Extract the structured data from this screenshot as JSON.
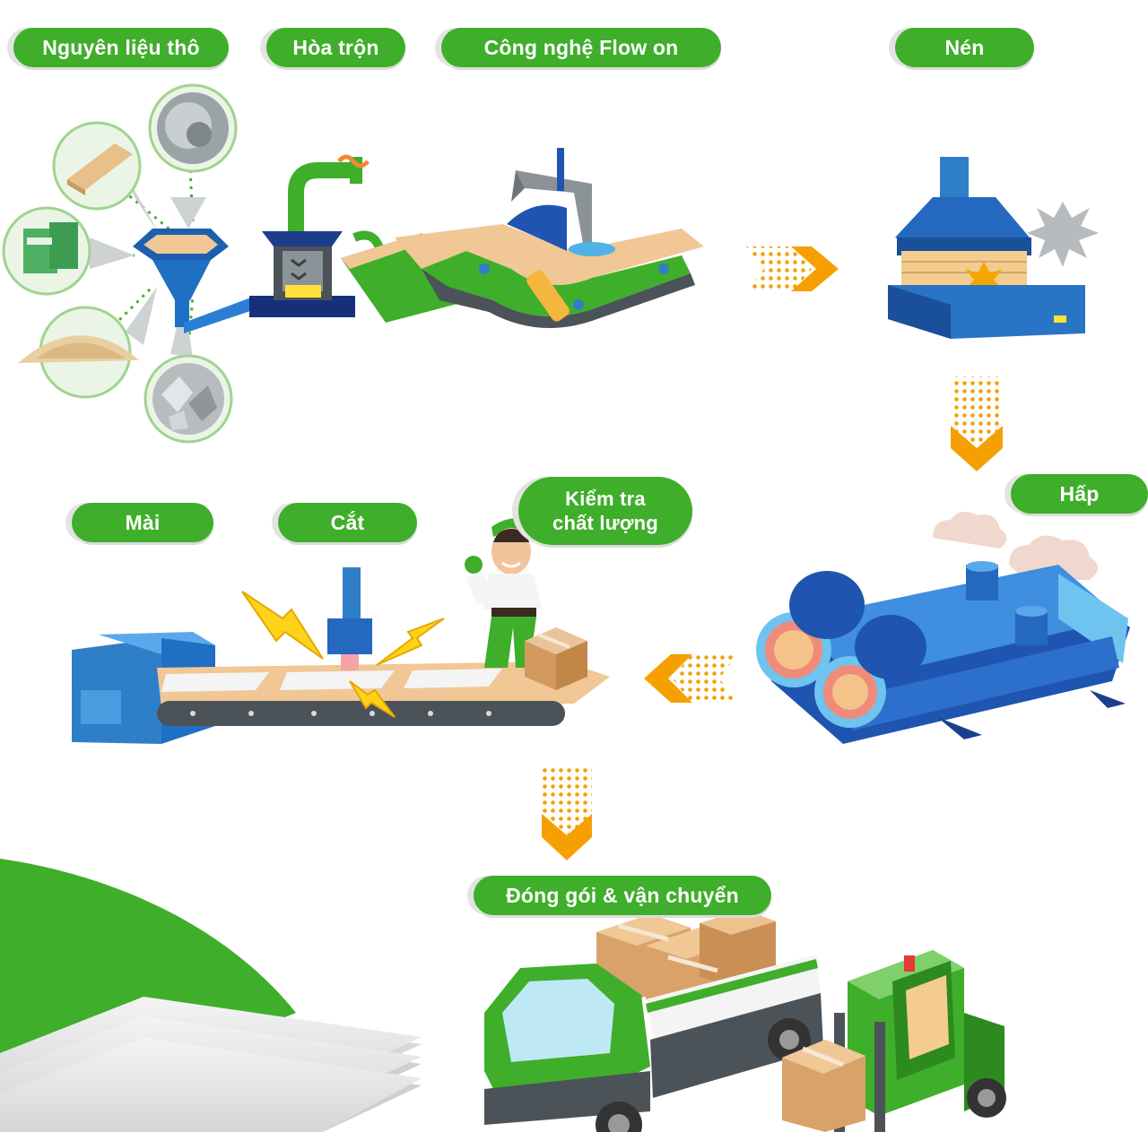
{
  "steps": {
    "raw_materials": "Nguyên liệu thô",
    "mixing": "Hòa trộn",
    "flow_on": "Công nghệ Flow on",
    "pressing": "Nén",
    "steaming": "Hấp",
    "quality_check_line1": "Kiểm tra",
    "quality_check_line2": "chất lượng",
    "cutting": "Cắt",
    "sanding": "Mài",
    "packing_shipping": "Đóng gói & vận chuyển"
  },
  "colors": {
    "brand_green": "#3fae2a",
    "dark_green": "#2c8a1f",
    "arrow_orange": "#f5a000",
    "machine_blue": "#2f7fc8",
    "board_tan": "#f1c796"
  },
  "icons": [
    "sand-pile-icon",
    "gravel-icon",
    "cement-bag-icon",
    "fiber-icon",
    "wood-board-icon"
  ]
}
